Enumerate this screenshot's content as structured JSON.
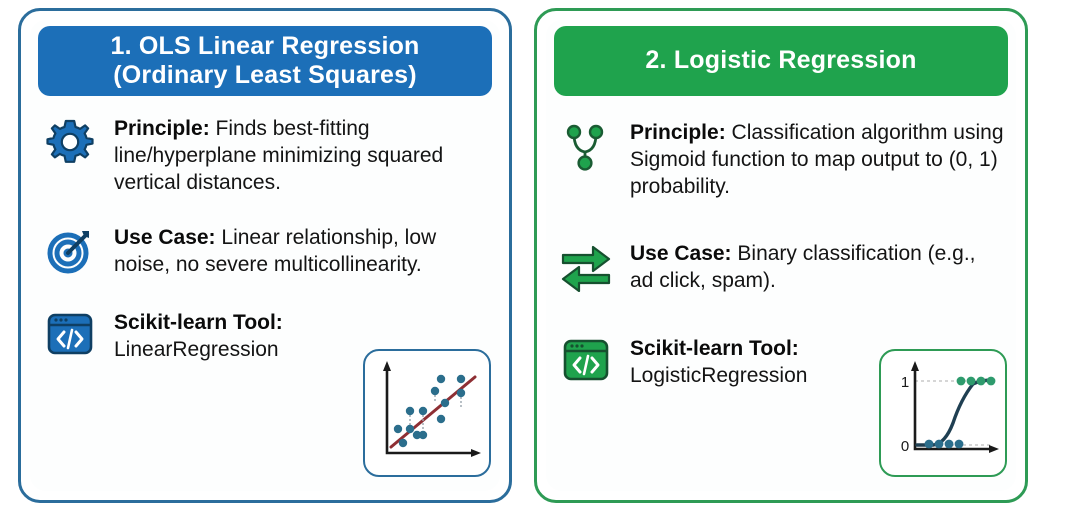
{
  "cards": [
    {
      "id": "ols-linear-regression",
      "accent": "#1c6fb8",
      "border": "#2b6d9c",
      "header_line1": "1. OLS Linear Regression",
      "header_line2": "(Ordinary Least Squares)",
      "rows": [
        {
          "icon": "gear-icon",
          "label": "Principle:",
          "text": " Finds best-fitting line/hyperplane minimizing squared vertical distances."
        },
        {
          "icon": "target-icon",
          "label": "Use Case:",
          "text": " Linear relationship, low noise, no severe multicollinearity."
        },
        {
          "icon": "code-window-icon",
          "label": "Scikit-learn Tool:",
          "text": "LinearRegression"
        }
      ],
      "thumbnail": "scatter-regression-plot"
    },
    {
      "id": "logistic-regression",
      "accent": "#1fa34d",
      "border": "#2e9b55",
      "header_line1": "2. Logistic Regression",
      "header_line2": "",
      "rows": [
        {
          "icon": "node-branch-icon",
          "label": "Principle:",
          "text": " Classification algorithm using Sigmoid function to map output to (0, 1) probability."
        },
        {
          "icon": "exchange-arrows-icon",
          "label": "Use Case:",
          "text": " Binary classification (e.g., ad click, spam)."
        },
        {
          "icon": "code-window-icon",
          "label": "Scikit-learn Tool:",
          "text": "LogisticRegression"
        }
      ],
      "thumbnail": "sigmoid-curve-plot"
    }
  ],
  "chart_data": [
    {
      "type": "scatter",
      "title": "Scatter with OLS fit line",
      "xlabel": "",
      "ylabel": "",
      "x": [
        0.16,
        0.22,
        0.3,
        0.36,
        0.38,
        0.44,
        0.46,
        0.52,
        0.58,
        0.62,
        0.68,
        0.74,
        0.78,
        0.82,
        0.88
      ],
      "y": [
        0.34,
        0.18,
        0.46,
        0.28,
        0.22,
        0.48,
        0.2,
        0.62,
        0.38,
        0.7,
        0.52,
        0.78,
        0.46,
        0.76,
        0.6
      ],
      "fit_line": {
        "slope": 0.78,
        "intercept": 0.1,
        "color": "#8e2f34"
      },
      "point_color": "#2b6e8c",
      "residuals": true,
      "grid": false,
      "legend": "none"
    },
    {
      "type": "line",
      "title": "Sigmoid probability curve",
      "xlabel": "",
      "ylabel": "",
      "ytick_labels": [
        "0",
        "1"
      ],
      "ylim": [
        0,
        1
      ],
      "curve_color": "#1f3f52",
      "class0_points_y": 0,
      "class1_points_y": 1,
      "class0_point_color": "#2b6e8c",
      "class1_point_color": "#2e9b6d",
      "class0_points_x": [
        0.18,
        0.26,
        0.34,
        0.42
      ],
      "class1_points_x": [
        0.62,
        0.7,
        0.78,
        0.86
      ],
      "grid": "dotted",
      "legend": "none"
    }
  ]
}
